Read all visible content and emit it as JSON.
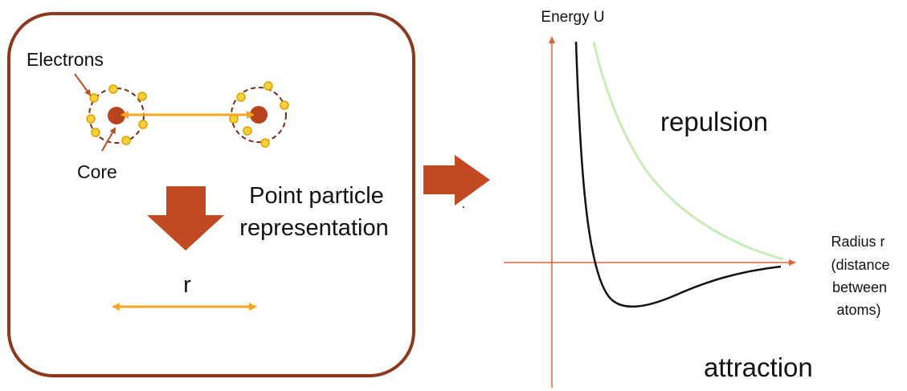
{
  "left_panel": {
    "electrons_label": "Electrons",
    "core_label": "Core",
    "point_particle_line1": "Point particle",
    "point_particle_line2": "representation",
    "r_label": "r"
  },
  "graph": {
    "y_axis_label": "Energy U",
    "x_axis_label_lines": [
      "Radius r",
      "(distance",
      "between",
      "atoms)"
    ],
    "repulsion_label": "repulsion",
    "attraction_label": "attraction"
  },
  "colors": {
    "panel_border": "#8b3a1e",
    "arrow_red": "#c24a22",
    "orange_arrow": "#f5a623",
    "electron_fill": "#f7d23a",
    "electron_stroke": "#e0a000",
    "core_fill": "#b8431f",
    "shell_dash": "#7a2d15",
    "axis": "#e0643a",
    "potential_curve": "#111111",
    "repulsion_curve": "#c8ecb8"
  }
}
